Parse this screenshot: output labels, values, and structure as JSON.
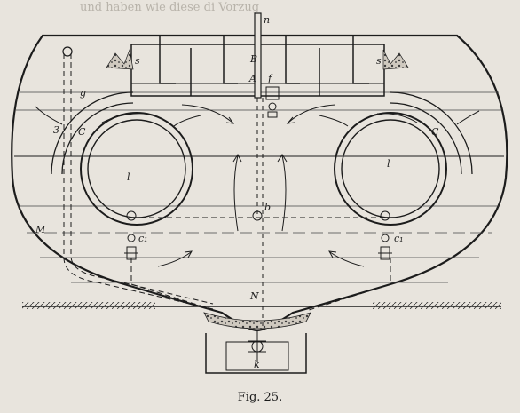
{
  "figure": {
    "caption": "Fig. 25.",
    "background_text_top": "und haben wie diese di Vorzug"
  },
  "labels": {
    "n": "n",
    "B": "B",
    "A": "A",
    "f": "f",
    "s_left": "s",
    "s_right": "s",
    "g": "g",
    "3": "3",
    "C_left": "C",
    "C_right": "C",
    "l_left": "l",
    "l_right": "l",
    "b": "b",
    "c1_left": "c₁",
    "c1_right": "c₁",
    "M": "M",
    "N": "N",
    "k": "k"
  },
  "colors": {
    "paper": "#e8e4dd",
    "ink": "#1c1c1c"
  }
}
